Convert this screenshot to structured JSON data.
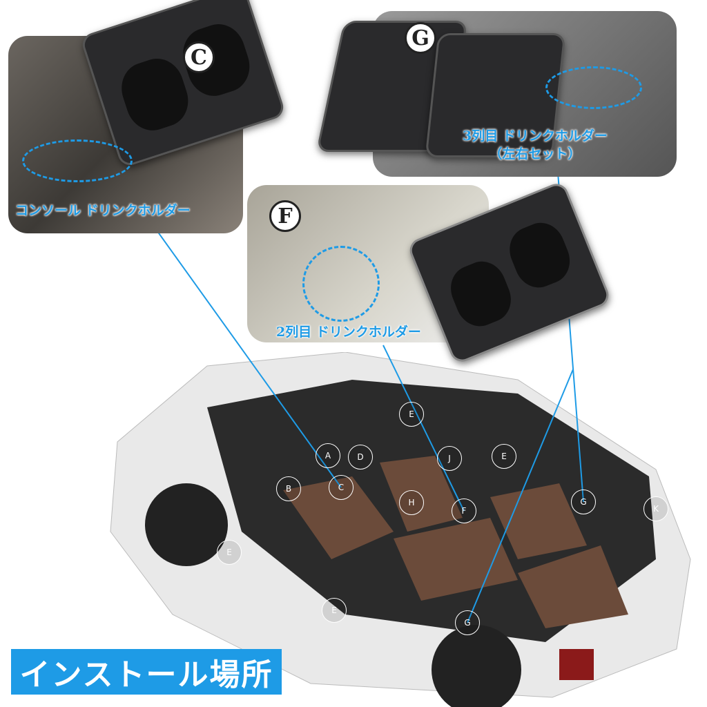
{
  "panels": {
    "c": {
      "badge": "C",
      "caption": "コンソール ドリンクホルダー"
    },
    "f": {
      "badge": "F",
      "caption": "2列目 ドリンクホルダー"
    },
    "g": {
      "badge": "G",
      "caption_line1": "3列目 ドリンクホルダー",
      "caption_line2": "（左右セット）"
    }
  },
  "car_points": [
    "A",
    "D",
    "B",
    "C",
    "H",
    "J",
    "E",
    "E",
    "F",
    "G",
    "K",
    "E",
    "E",
    "G"
  ],
  "banner": "インストール場所",
  "colors": {
    "accent": "#1e9be6"
  }
}
